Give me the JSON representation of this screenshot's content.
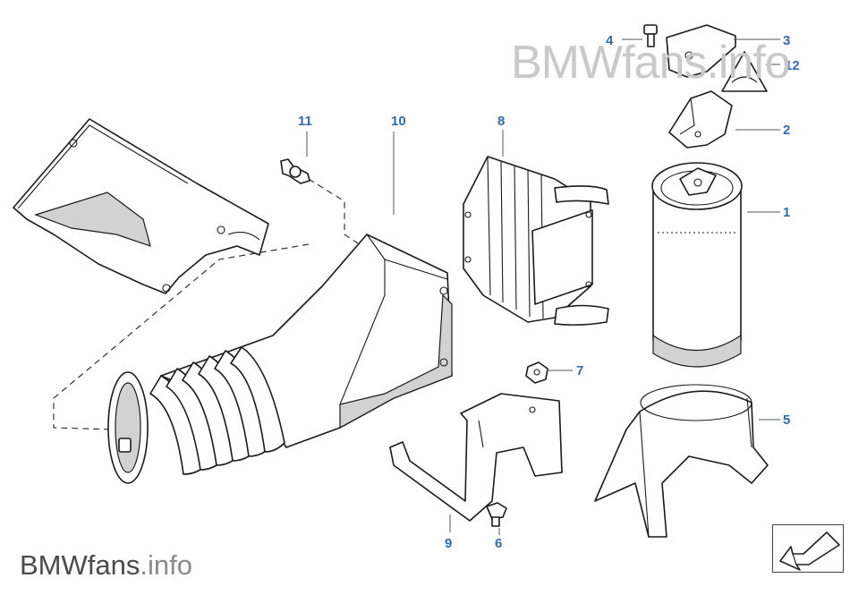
{
  "watermark": {
    "top_text": "BMWfans.info",
    "bottom_main": "BMWfans",
    "bottom_suffix": ".info"
  },
  "callouts": [
    {
      "id": "c1",
      "label": "1"
    },
    {
      "id": "c2",
      "label": "2"
    },
    {
      "id": "c3",
      "label": "3"
    },
    {
      "id": "c4",
      "label": "4"
    },
    {
      "id": "c5",
      "label": "5"
    },
    {
      "id": "c6",
      "label": "6"
    },
    {
      "id": "c7",
      "label": "7"
    },
    {
      "id": "c8",
      "label": "8"
    },
    {
      "id": "c9",
      "label": "9"
    },
    {
      "id": "c10",
      "label": "10"
    },
    {
      "id": "c11",
      "label": "11"
    },
    {
      "id": "c12",
      "label": "12"
    }
  ],
  "colors": {
    "callout": "#2f6db3",
    "watermark_light": "#c9c9c9",
    "watermark_dark": "#4a4a4a",
    "line": "#1a1a1a"
  },
  "icons": {
    "nav": "arrow-down-left-icon"
  }
}
